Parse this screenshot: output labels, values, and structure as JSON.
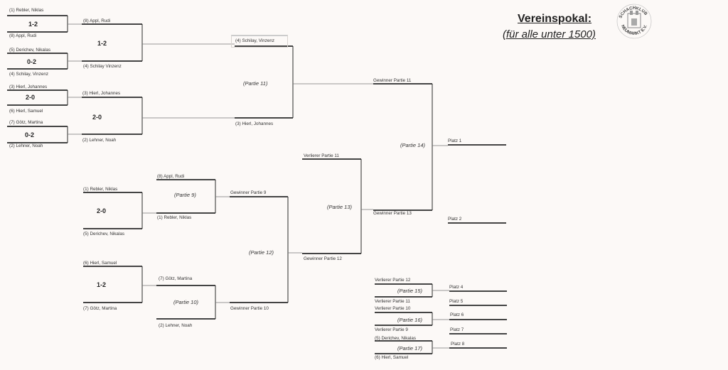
{
  "header": {
    "title": "Vereinspokal:",
    "subtitle": "(für alle unter 1500)",
    "logo_text": "SCHACHKLUB NEUMARKT E.V."
  },
  "round1": [
    {
      "top": "(1) Rebler, Niklas",
      "score": "1-2",
      "bottom": "(8) Appl, Rudi"
    },
    {
      "top": "(5) Derichev, Nikalas",
      "score": "0-2",
      "bottom": "(4) Schilay, Vinzenz"
    },
    {
      "top": "(3) Hierl, Johannes",
      "score": "2-0",
      "bottom": "(6) Hierl, Samuel"
    },
    {
      "top": "(7) Götz, Martina",
      "score": "0-2",
      "bottom": "(2) Lehner, Noah"
    }
  ],
  "round2": [
    {
      "top": "(8) Appl, Rudi",
      "score": "1-2",
      "bottom": "(4) Schilay Vinzenz"
    },
    {
      "top": "(3) Hierl, Johannes",
      "score": "2-0",
      "bottom": "(2) Lehner, Noah"
    }
  ],
  "partie11": {
    "top": "(4) Schilay, Vinzenz",
    "label": "(Partie 11)",
    "bottom": "(3) Hierl, Johannes"
  },
  "partie14": {
    "top": "Gewinner Partie 11",
    "label": "(Partie 14)",
    "bottom": "Gewinner Partie 13"
  },
  "lower_round1": [
    {
      "top": "(1) Rebler, Niklas",
      "score": "2-0",
      "bottom": "(5) Derichev, Nikalas"
    },
    {
      "top": "(6) Hierl, Samuel",
      "score": "1-2",
      "bottom": "(7) Götz, Martina"
    }
  ],
  "partie9": {
    "top": "(8) Appl, Rudi",
    "label": "(Partie 9)",
    "bottom": "(1) Rebler, Niklas"
  },
  "partie10": {
    "top": "(7) Götz, Martina",
    "label": "(Partie 10)",
    "bottom": "(2) Lehner, Noah"
  },
  "partie12": {
    "top": "Gewinner Partie 9",
    "label": "(Partie 12)",
    "bottom": "Gewinner Partie 10"
  },
  "partie13": {
    "top": "Verlierer Partie 11",
    "label": "(Partie 13)",
    "bottom": "Gewinner Partie 12"
  },
  "partie15": {
    "top": "Verlierer Partie 12",
    "label": "(Partie 15)",
    "bottom": "Verlierer Partie 11"
  },
  "partie16": {
    "top": "Verlierer Partie 10",
    "label": "(Partie 16)",
    "bottom": "Verlierer Partie 9"
  },
  "partie17": {
    "top": "(5) Derichev, Nikalas",
    "label": "(Partie 17)",
    "bottom": "(6) Hierl, Samuel"
  },
  "places": [
    "Platz 1",
    "Platz 2",
    "Platz 4",
    "Platz 5",
    "Platz 6",
    "Platz 7",
    "Platz 8"
  ],
  "colors": {
    "background": "#fcf9f7",
    "line": "#2a2a2a",
    "connector": "#777777"
  }
}
